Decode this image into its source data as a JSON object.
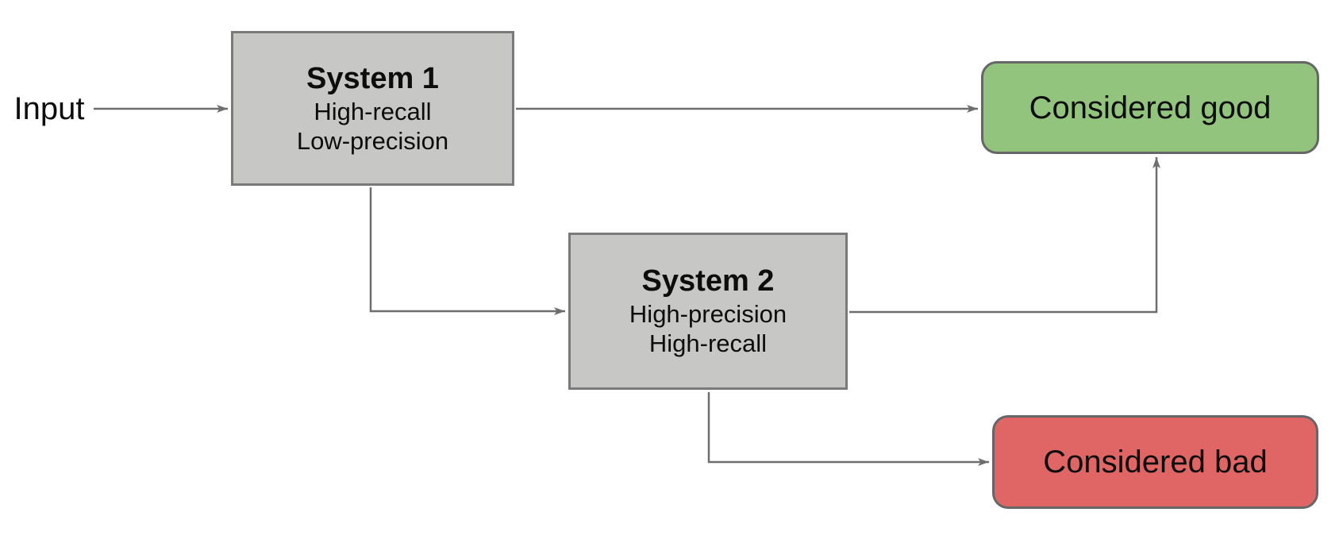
{
  "diagram": {
    "input_label": "Input",
    "nodes": {
      "system1": {
        "title": "System 1",
        "lines": [
          "High-recall",
          "Low-precision"
        ]
      },
      "system2": {
        "title": "System 2",
        "lines": [
          "High-precision",
          "High-recall"
        ]
      },
      "good": {
        "label": "Considered good"
      },
      "bad": {
        "label": "Considered bad"
      }
    },
    "connections": [
      {
        "from": "input",
        "to": "system1"
      },
      {
        "from": "system1",
        "to": "good"
      },
      {
        "from": "system1",
        "to": "system2"
      },
      {
        "from": "system2",
        "to": "good"
      },
      {
        "from": "system2",
        "to": "bad"
      }
    ],
    "colors": {
      "background": "#ffffff",
      "gray_fill": "#c7c8c5",
      "gray_border": "#7a7a7a",
      "good_fill": "#93c47d",
      "bad_fill": "#e06666",
      "round_border": "#666666",
      "connector": "#6e6e6e",
      "text": "#0d0d0d"
    }
  }
}
